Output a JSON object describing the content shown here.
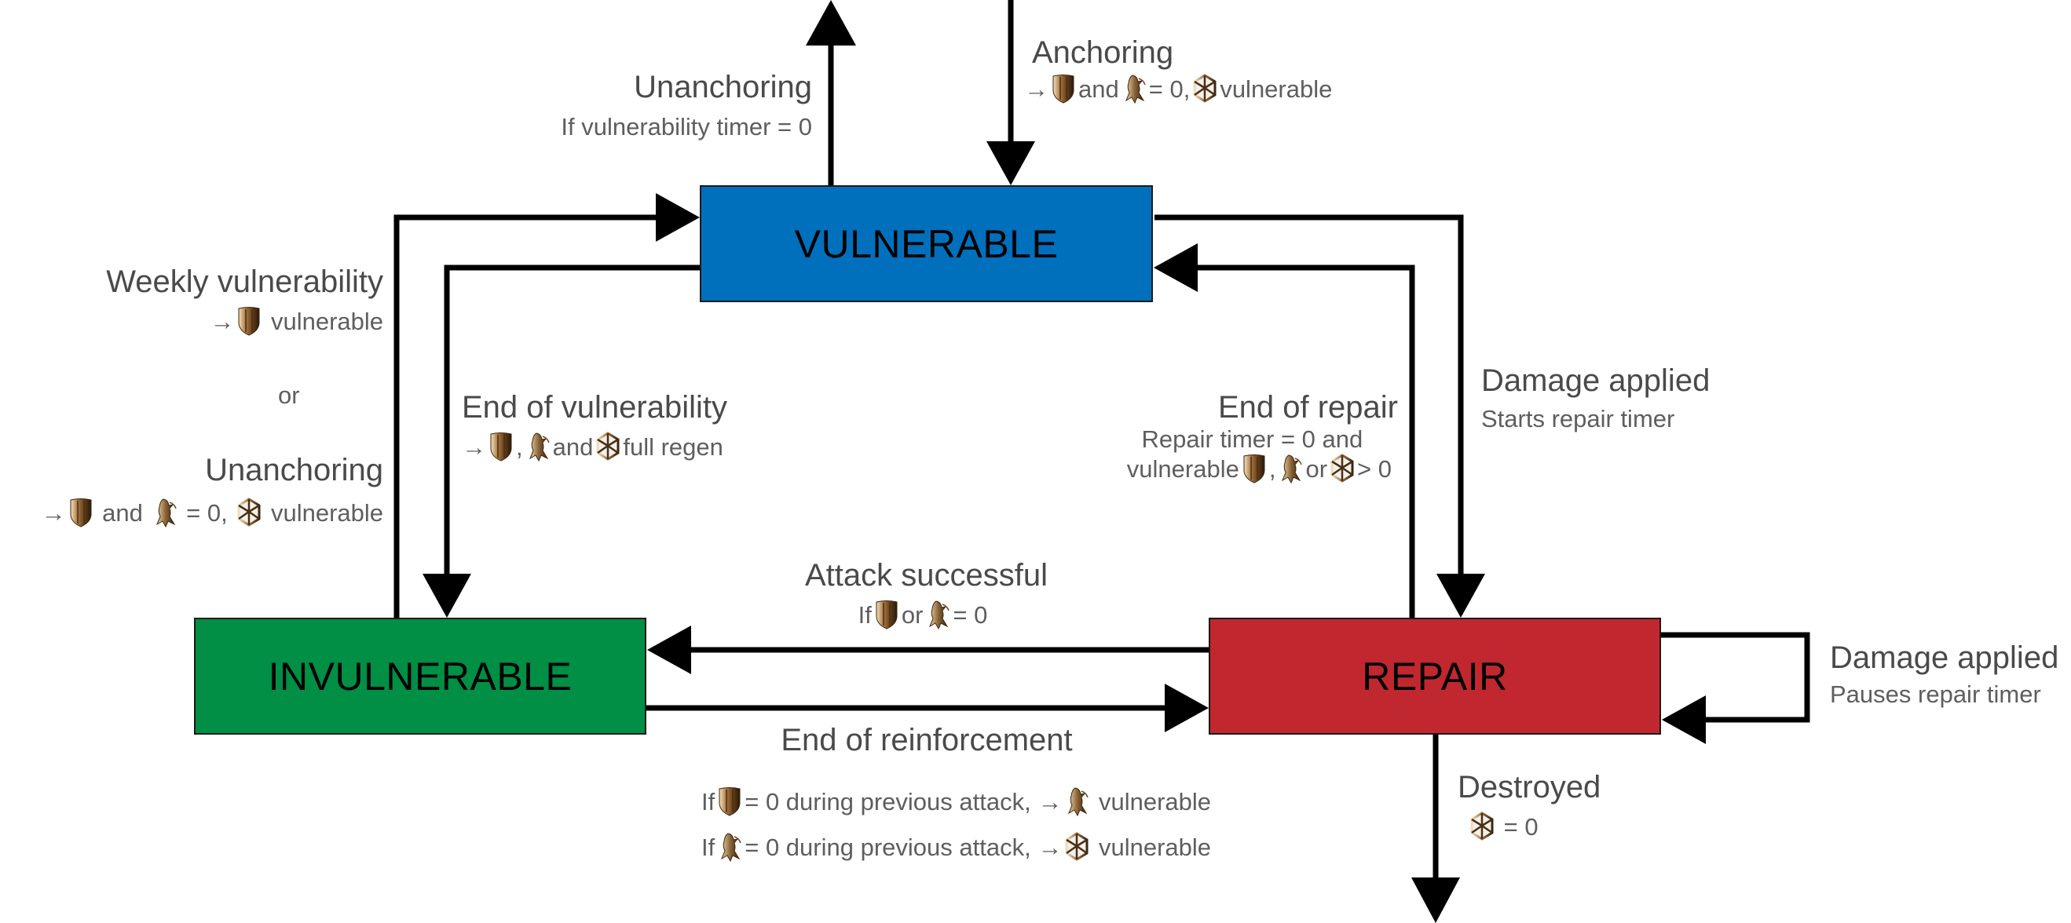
{
  "colors": {
    "vulnerable": "#0070bd",
    "invulnerable": "#008f45",
    "repair": "#c1272f",
    "arrow": "#000000",
    "label_text": "#4d4d4d"
  },
  "icons": {
    "shield": "shield-icon",
    "armor": "armor-helmet-icon",
    "structure": "structure-cube-icon",
    "arrow": "→"
  },
  "states": {
    "vulnerable": "VULNERABLE",
    "invulnerable": "INVULNERABLE",
    "repair": "REPAIR"
  },
  "transitions": {
    "unanchoring_top": {
      "title": "Unanchoring",
      "detail": "If vulnerability timer = 0"
    },
    "anchoring": {
      "title": "Anchoring",
      "detail_parts": [
        "and",
        "= 0,",
        "vulnerable"
      ]
    },
    "weekly_vulnerability": {
      "title": "Weekly vulnerability",
      "detail": "vulnerable"
    },
    "or": "or",
    "unanchoring_left": {
      "title": "Unanchoring",
      "detail_parts": [
        "and",
        "= 0,",
        "vulnerable"
      ]
    },
    "end_of_vulnerability": {
      "title": "End of vulnerability",
      "detail_parts": [
        ",",
        "and",
        "full regen"
      ]
    },
    "end_of_repair": {
      "title": "End of repair",
      "line1": "Repair timer = 0 and",
      "line2_parts": [
        "vulnerable",
        ",",
        "or",
        "> 0"
      ]
    },
    "damage_applied_start": {
      "title": "Damage applied",
      "detail": "Starts repair timer"
    },
    "attack_successful": {
      "title": "Attack successful",
      "detail_parts": [
        "If",
        "or",
        "= 0"
      ]
    },
    "end_of_reinforcement": {
      "title": "End of reinforcement",
      "line1_parts": [
        "If",
        "= 0 during previous attack,",
        "vulnerable"
      ],
      "line2_parts": [
        "If",
        "= 0 during previous attack,",
        "vulnerable"
      ]
    },
    "damage_applied_pause": {
      "title": "Damage applied",
      "detail": "Pauses repair timer"
    },
    "destroyed": {
      "title": "Destroyed",
      "detail": "= 0"
    }
  }
}
